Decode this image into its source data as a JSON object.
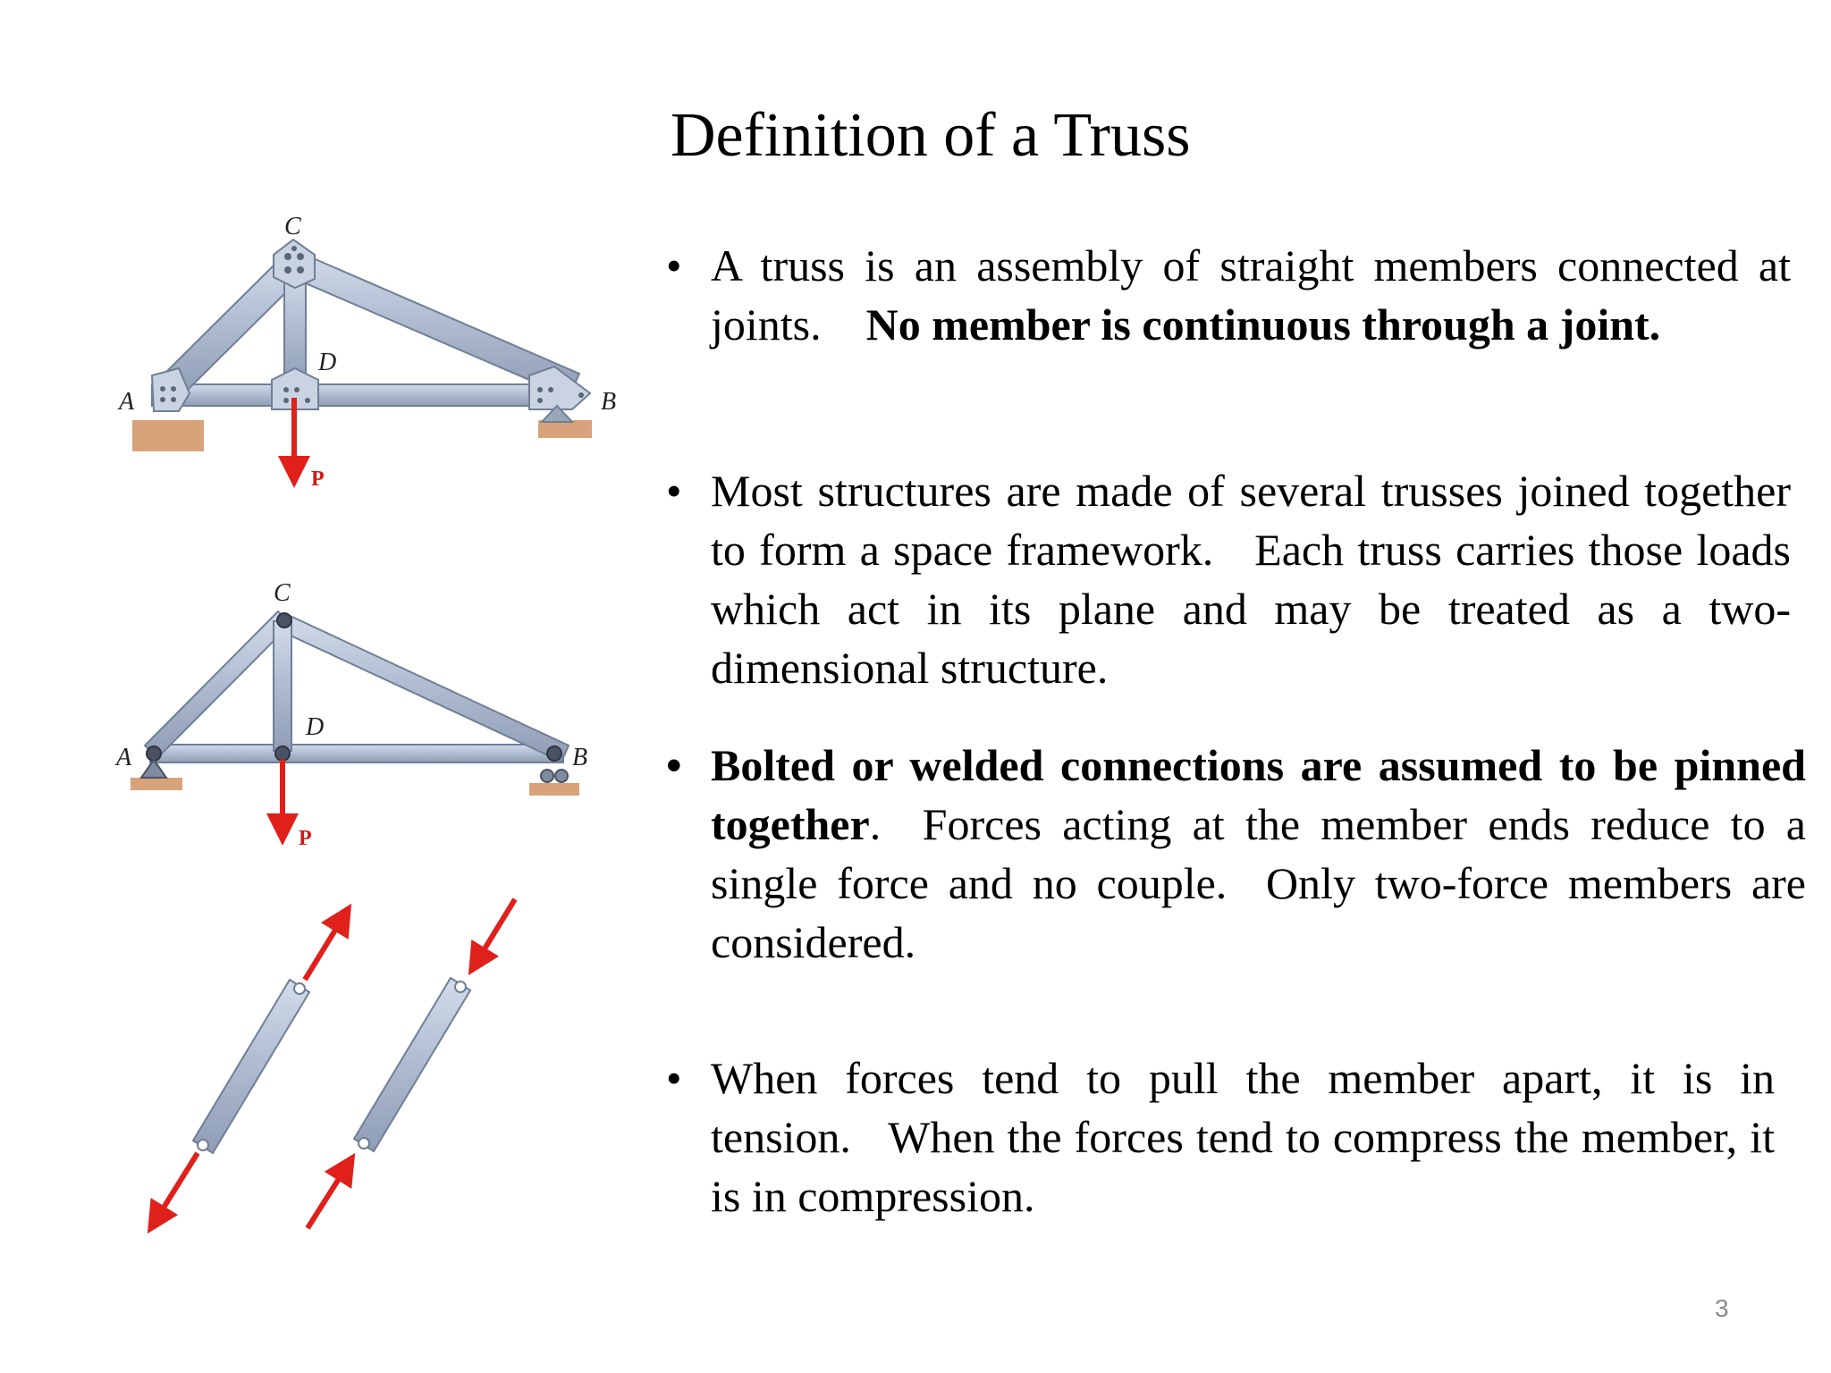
{
  "title": "Definition of a Truss",
  "bullets": [
    {
      "marker": "•",
      "parts": [
        "A truss is an assembly of straight members connected at joints.",
        "No member is continuous through a joint."
      ]
    },
    {
      "marker": "•",
      "parts": [
        "Most structures are made of several trusses joined together to form a space framework.",
        "Each truss carries those loads which act in its plane and may be treated as a two-dimensional structure."
      ]
    },
    {
      "marker": "•",
      "parts": [
        "Bolted or welded connections are assumed to be pinned together",
        ".",
        "Forces acting at the member ends reduce to a single force and no couple.",
        "Only two-force members are considered."
      ]
    },
    {
      "marker": "•",
      "parts": [
        "When forces tend to pull the member apart, it is in tension.",
        "When the forces tend to compress the member, it is in compression."
      ]
    }
  ],
  "figures": {
    "truss_gusset": {
      "joint_c": "C",
      "joint_d": "D",
      "joint_a": "A",
      "joint_b": "B",
      "load": "P"
    },
    "truss_pinned": {
      "joint_c": "C",
      "joint_d": "D",
      "joint_a": "A",
      "joint_b": "B",
      "load": "P"
    }
  },
  "page_number": "3",
  "colors": {
    "member": "#b4c2d6",
    "member_edge": "#6f7f96",
    "arrow": "#e0201b",
    "support": "#d8a27a",
    "text": "#000000",
    "page_number": "#8a8a8a"
  }
}
